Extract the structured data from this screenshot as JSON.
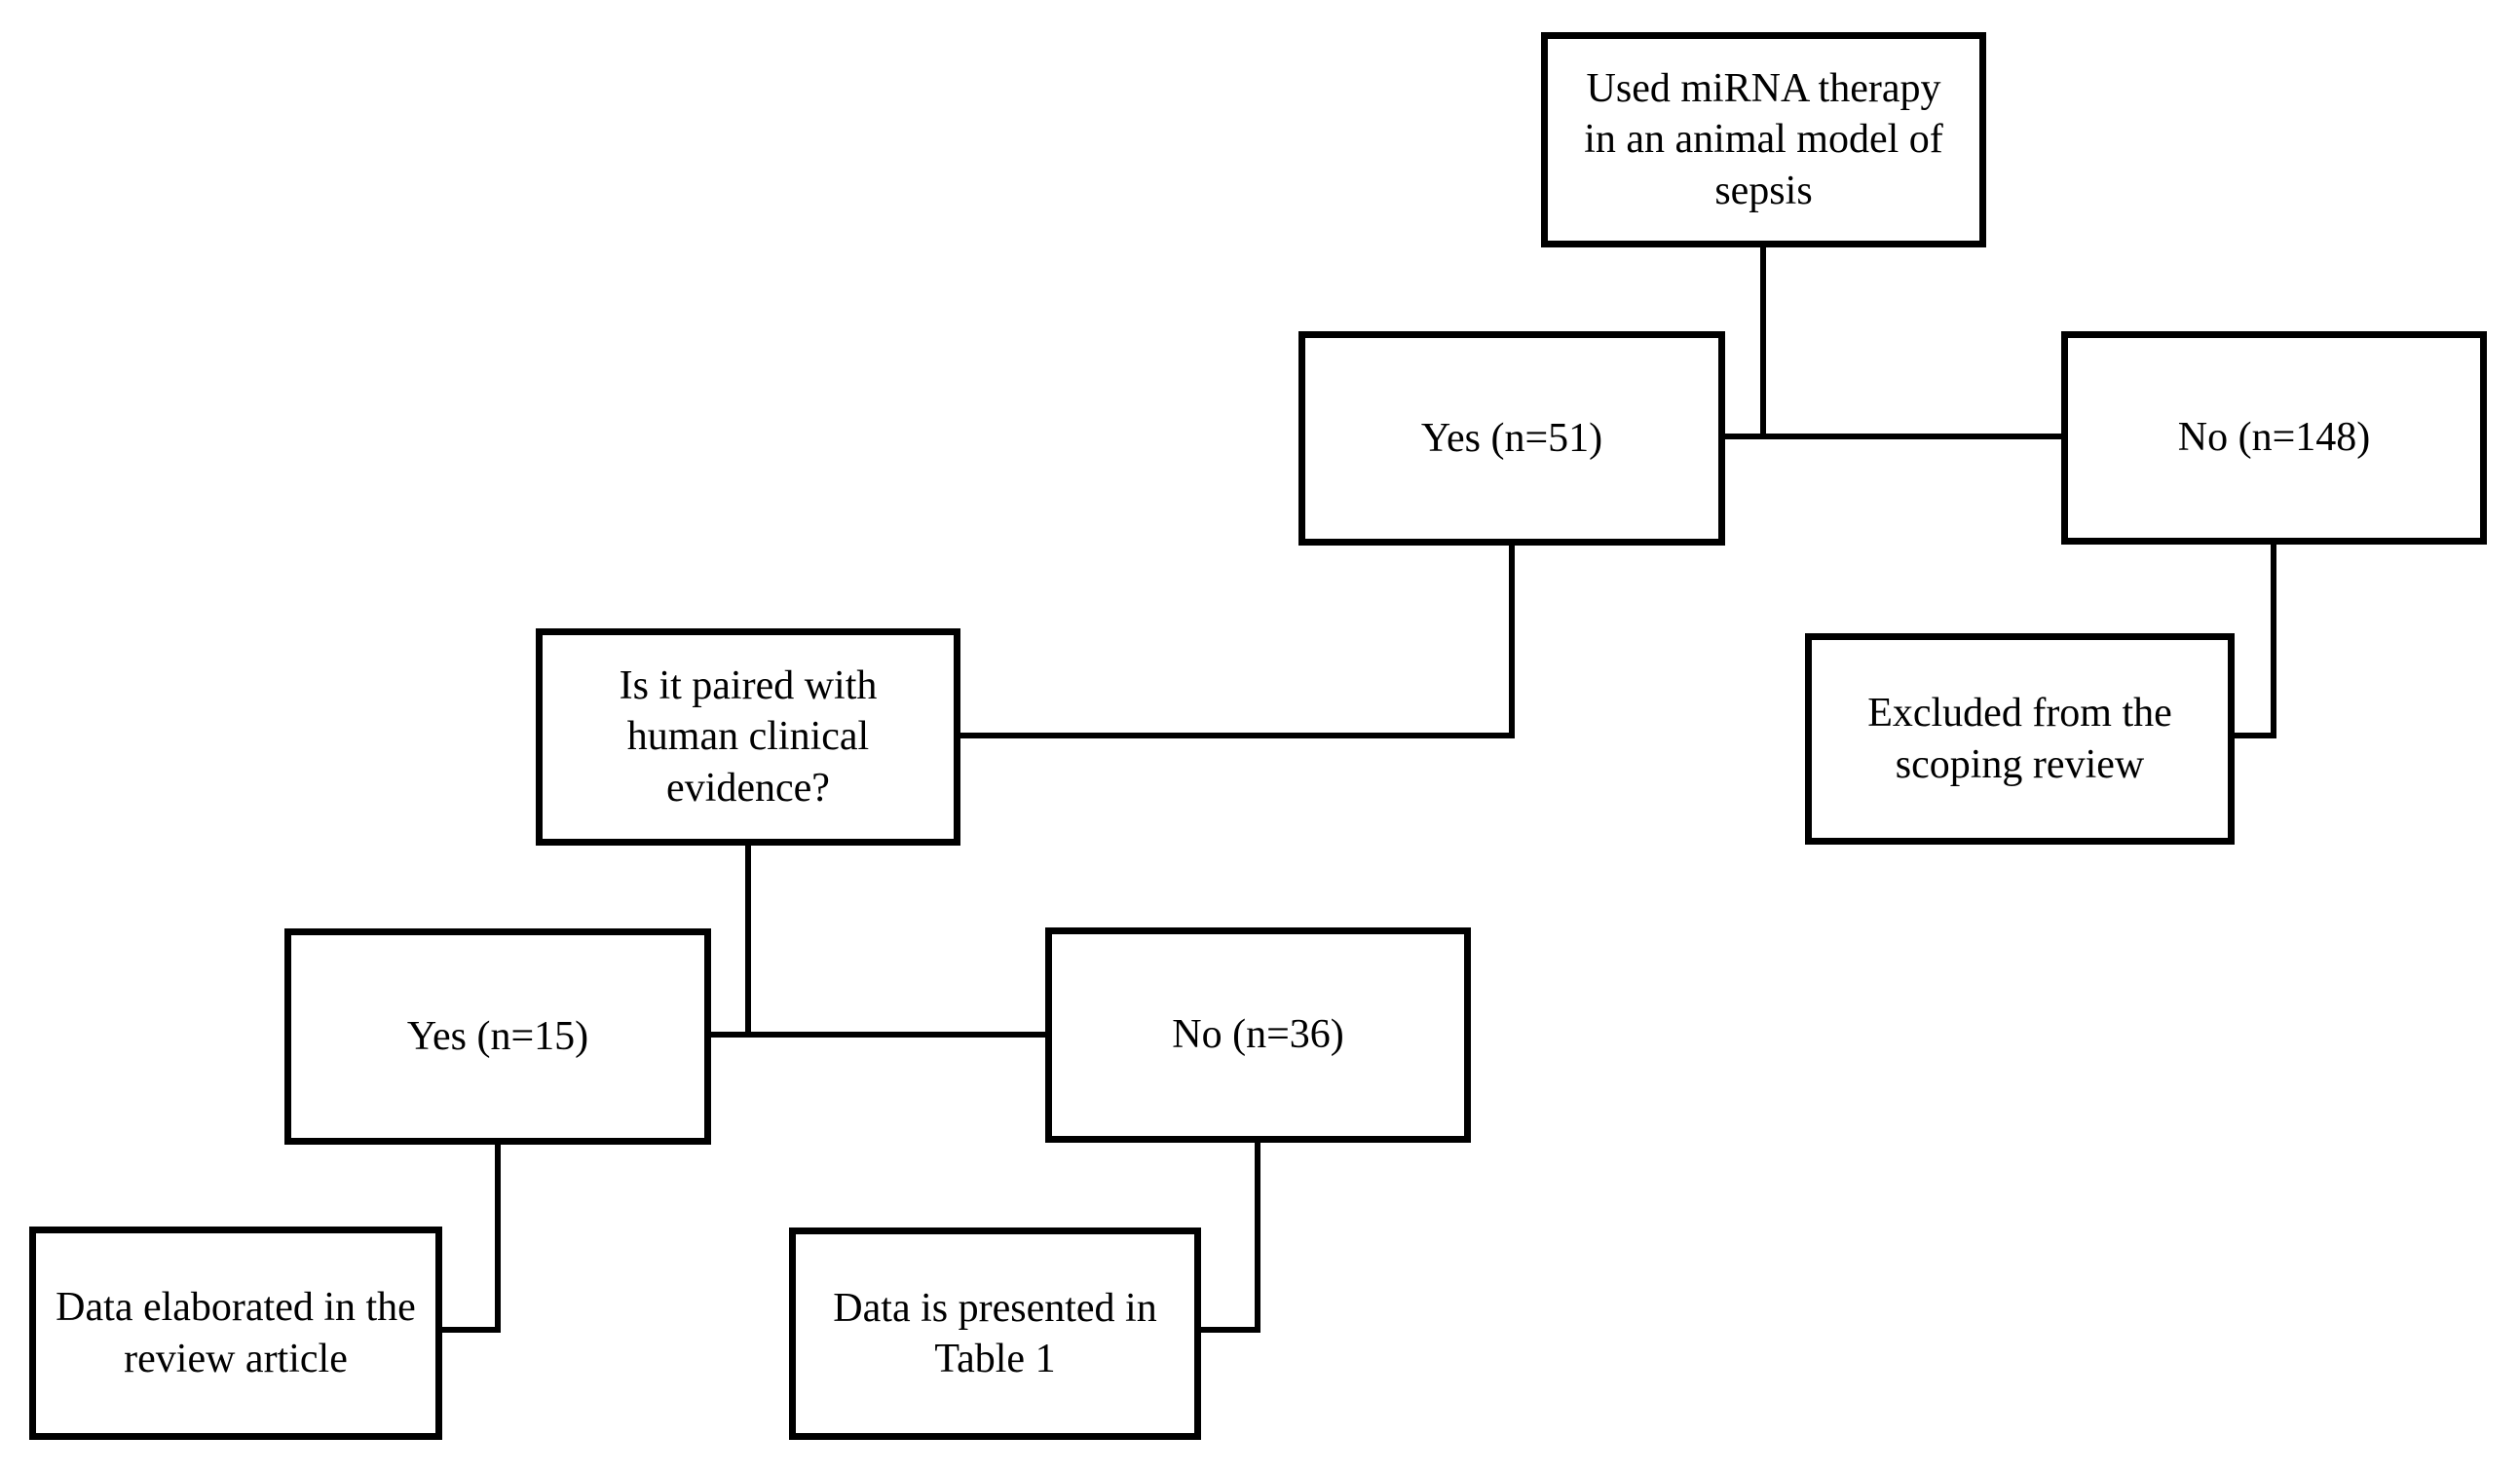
{
  "flowchart": {
    "root": {
      "label": "Used miRNA therapy\nin an animal model of\nsepsis"
    },
    "animal_yes": {
      "label": "Yes (n=51)"
    },
    "animal_no": {
      "label": "No (n=148)"
    },
    "excluded": {
      "label": "Excluded from the\nscoping review"
    },
    "paired_question": {
      "label": "Is it paired with\nhuman clinical\nevidence?"
    },
    "paired_yes": {
      "label": "Yes (n=15)"
    },
    "paired_no": {
      "label": "No (n=36)"
    },
    "elaborated": {
      "label": "Data elaborated in the\nreview article"
    },
    "table1": {
      "label": "Data is presented in\nTable 1"
    }
  },
  "colors": {
    "box_border": "#000000",
    "box_fill": "#ffffff",
    "text": "#000000",
    "background": "#ffffff"
  }
}
